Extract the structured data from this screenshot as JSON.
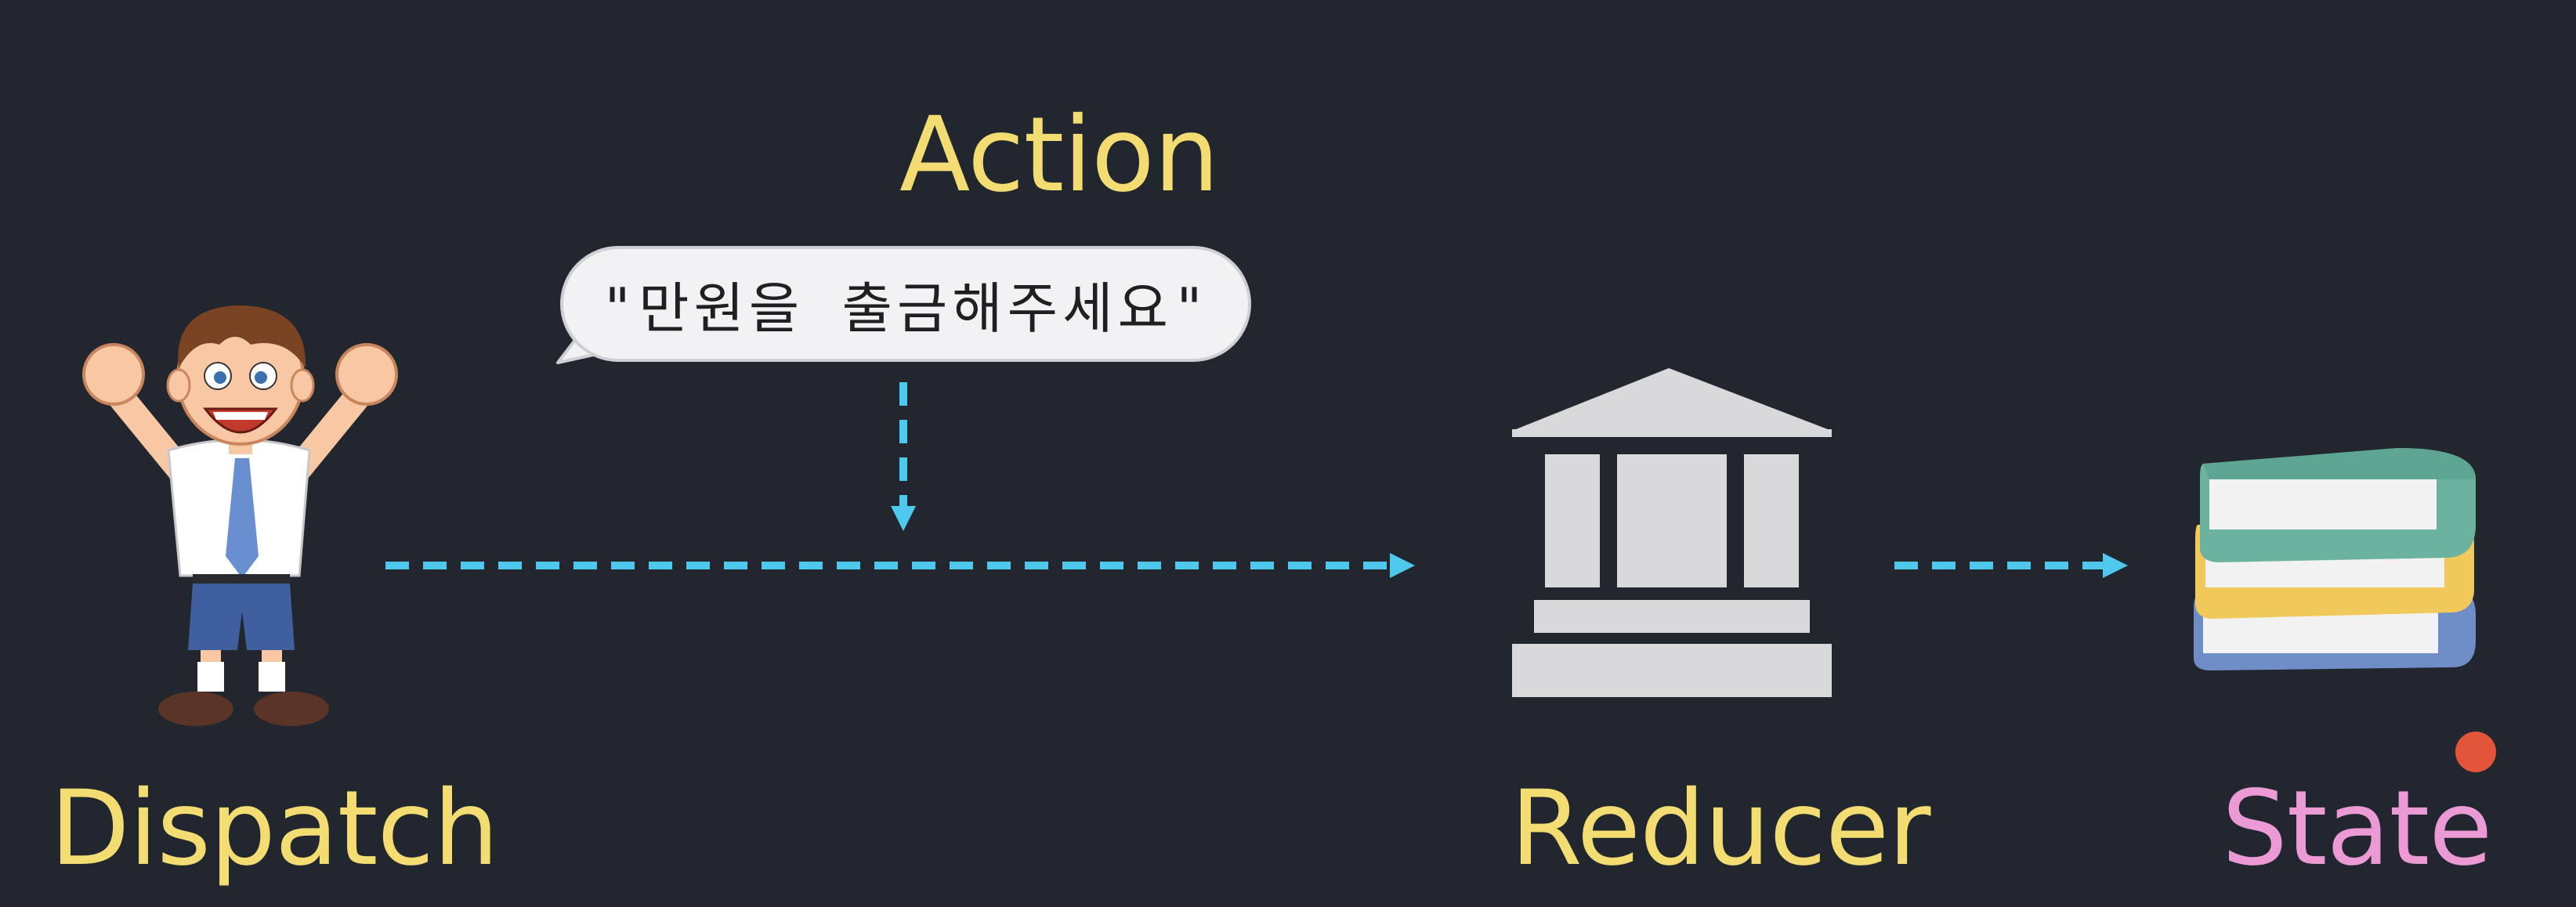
{
  "labels": {
    "action": "Action",
    "dispatch": "Dispatch",
    "reducer": "Reducer",
    "state": "State"
  },
  "speech_bubble": {
    "text": "\"만원을 출금해주세요\""
  },
  "colors": {
    "background": "#22262e",
    "label_yellow": "#f3dc72",
    "label_pink": "#ec9ad6",
    "arrow_cyan": "#4fc8ee",
    "record_dot": "#e2553a"
  },
  "icons": [
    "student-icon",
    "bank-icon",
    "books-stack-icon"
  ]
}
